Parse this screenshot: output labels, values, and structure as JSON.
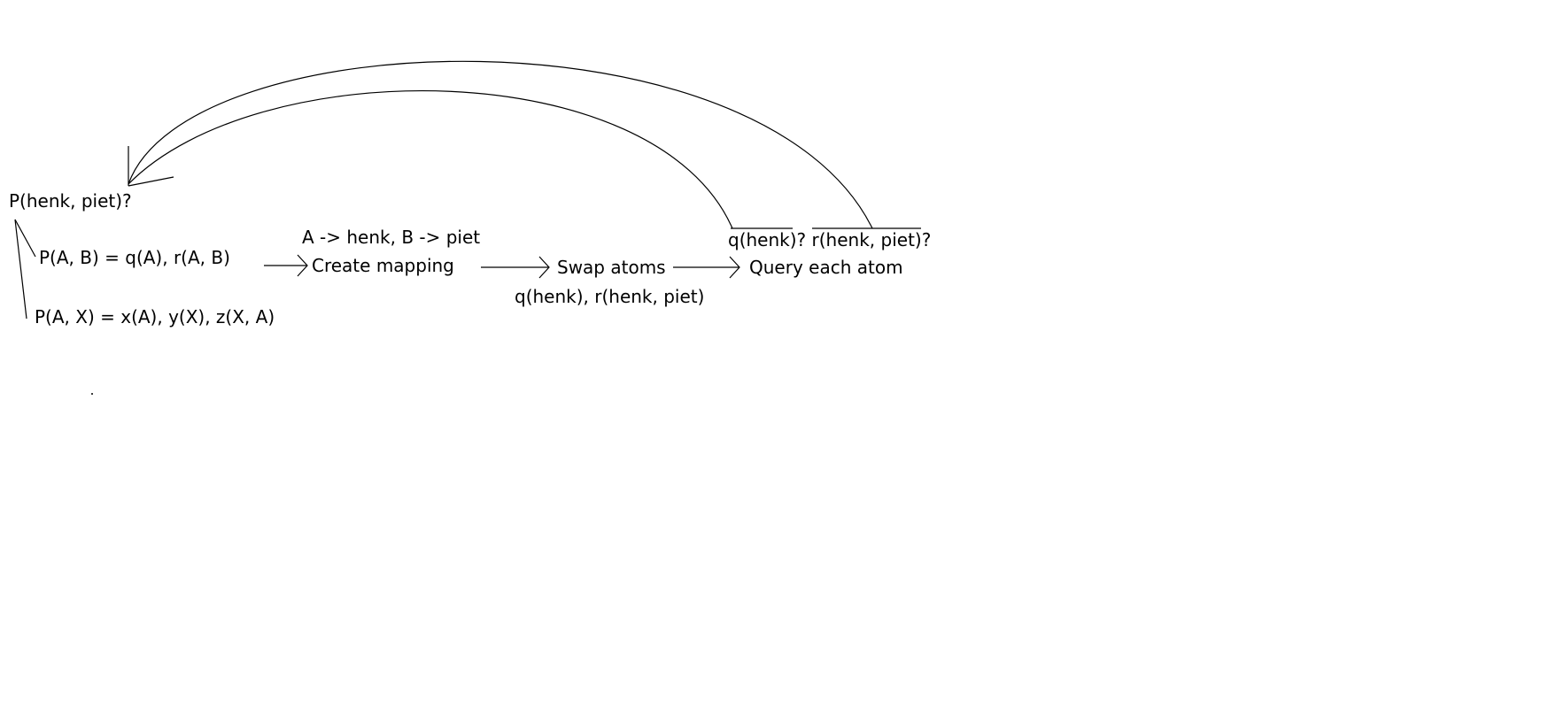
{
  "diagram": {
    "query": "P(henk, piet)?",
    "rules": [
      "P(A, B) = q(A), r(A, B)",
      "P(A, X) = x(A), y(X), z(X, A)"
    ],
    "mapping": {
      "value": "A -> henk, B -> piet",
      "step_label": "Create mapping"
    },
    "swap": {
      "step_label": "Swap atoms",
      "result": "q(henk), r(henk, piet)"
    },
    "query_step": {
      "step_label": "Query each atom",
      "subqueries": [
        "q(henk)",
        "r(henk, piet)"
      ],
      "question_mark": "?"
    }
  }
}
